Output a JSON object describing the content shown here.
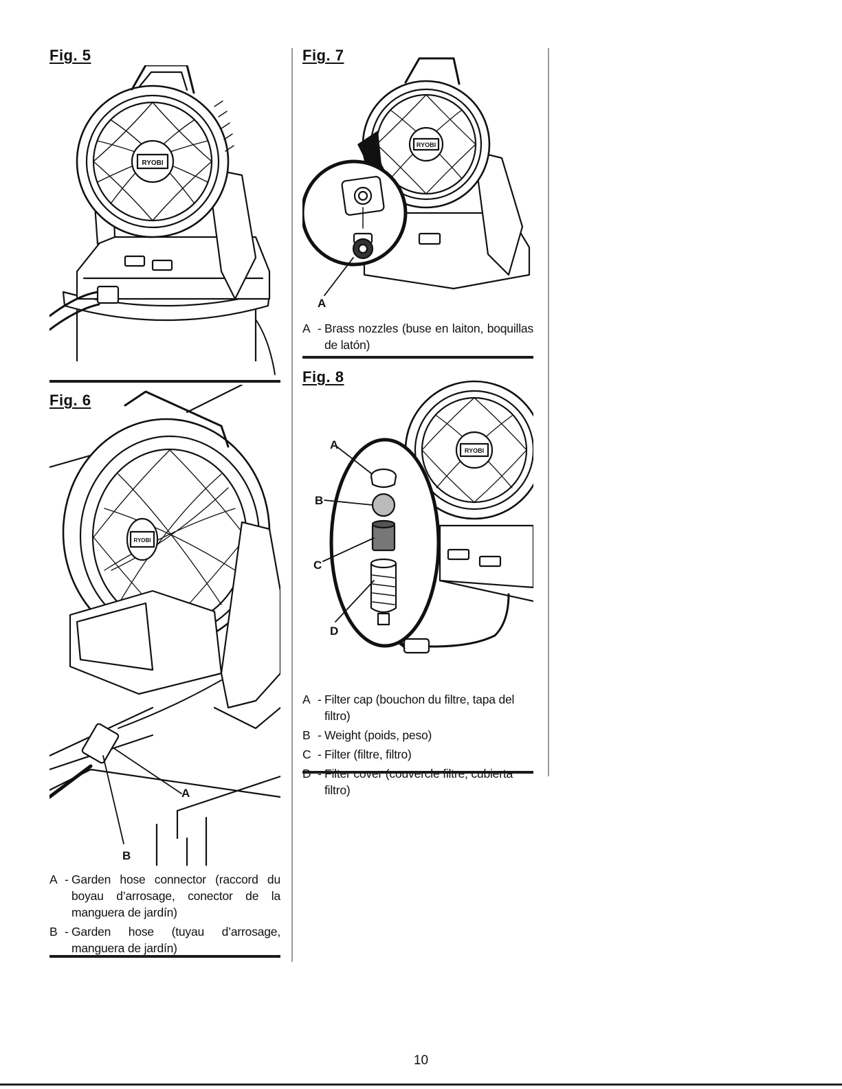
{
  "fig5": {
    "title": "Fig. 5"
  },
  "fig6": {
    "title": "Fig. 6",
    "callouts": {
      "a": "A",
      "b": "B"
    },
    "legend": [
      {
        "key": "A",
        "text": "Garden hose connector (raccord du boyau d’arrosage, conector de la manguera de jardín)"
      },
      {
        "key": "B",
        "text": "Garden hose (tuyau d’arrosage, manguera de jardín)"
      }
    ]
  },
  "fig7": {
    "title": "Fig. 7",
    "callouts": {
      "a": "A"
    },
    "legend": [
      {
        "key": "A",
        "text": "Brass nozzles (buse en laiton, boquillas de latón)"
      }
    ]
  },
  "fig8": {
    "title": "Fig. 8",
    "callouts": {
      "a": "A",
      "b": "B",
      "c": "C",
      "d": "D"
    },
    "legend": [
      {
        "key": "A",
        "text": "Filter cap (bouchon du filtre, tapa del filtro)"
      },
      {
        "key": "B",
        "text": "Weight (poids, peso)"
      },
      {
        "key": "C",
        "text": "Filter (filtre, filtro)"
      },
      {
        "key": "D",
        "text": "Filter cover (couvercle filtre, cubierta filtro)"
      }
    ]
  },
  "brand_badge": "RYOBI",
  "page_number": "10"
}
